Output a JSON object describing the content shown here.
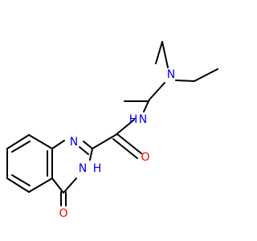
{
  "molecule": {
    "atoms": {
      "n_top": "N",
      "n_amide": "N",
      "h_amide": "H",
      "o_amide": "O",
      "n_ring1": "N",
      "n_ring3": "N",
      "h_ring3": "H",
      "o_keto": "O"
    }
  },
  "colors": {
    "bond": "#000000",
    "nitrogen": "#0000ff",
    "oxygen": "#ff0000"
  }
}
